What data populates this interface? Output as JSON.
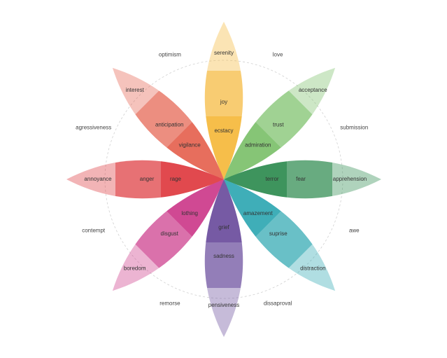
{
  "petals": [
    {
      "key": "joy",
      "color": "#f5b93b",
      "inner": "ecstacy",
      "middle": "joy",
      "outer": "serenity"
    },
    {
      "key": "trust",
      "color": "#7cc06a",
      "inner": "admiration",
      "middle": "trust",
      "outer": "acceptance"
    },
    {
      "key": "fear",
      "color": "#2e8b4f",
      "inner": "terror",
      "middle": "fear",
      "outer": "apprehension"
    },
    {
      "key": "surprise",
      "color": "#2fa7b2",
      "inner": "amazement",
      "middle": "suprise",
      "outer": "distraction"
    },
    {
      "key": "sadness",
      "color": "#6a4c9c",
      "inner": "grief",
      "middle": "sadness",
      "outer": "pensiveness"
    },
    {
      "key": "disgust",
      "color": "#cc3a8a",
      "inner": "lothing",
      "middle": "disgust",
      "outer": "boredom"
    },
    {
      "key": "anger",
      "color": "#de3a3f",
      "inner": "rage",
      "middle": "anger",
      "outer": "annoyance"
    },
    {
      "key": "anticipation",
      "color": "#e5624f",
      "inner": "vigilance",
      "middle": "anticipation",
      "outer": "interest"
    }
  ],
  "dyads": [
    "love",
    "submission",
    "awe",
    "dissaproval",
    "remorse",
    "contempt",
    "agressiveness",
    "optimism"
  ],
  "circle_color": "#d0d0d0"
}
